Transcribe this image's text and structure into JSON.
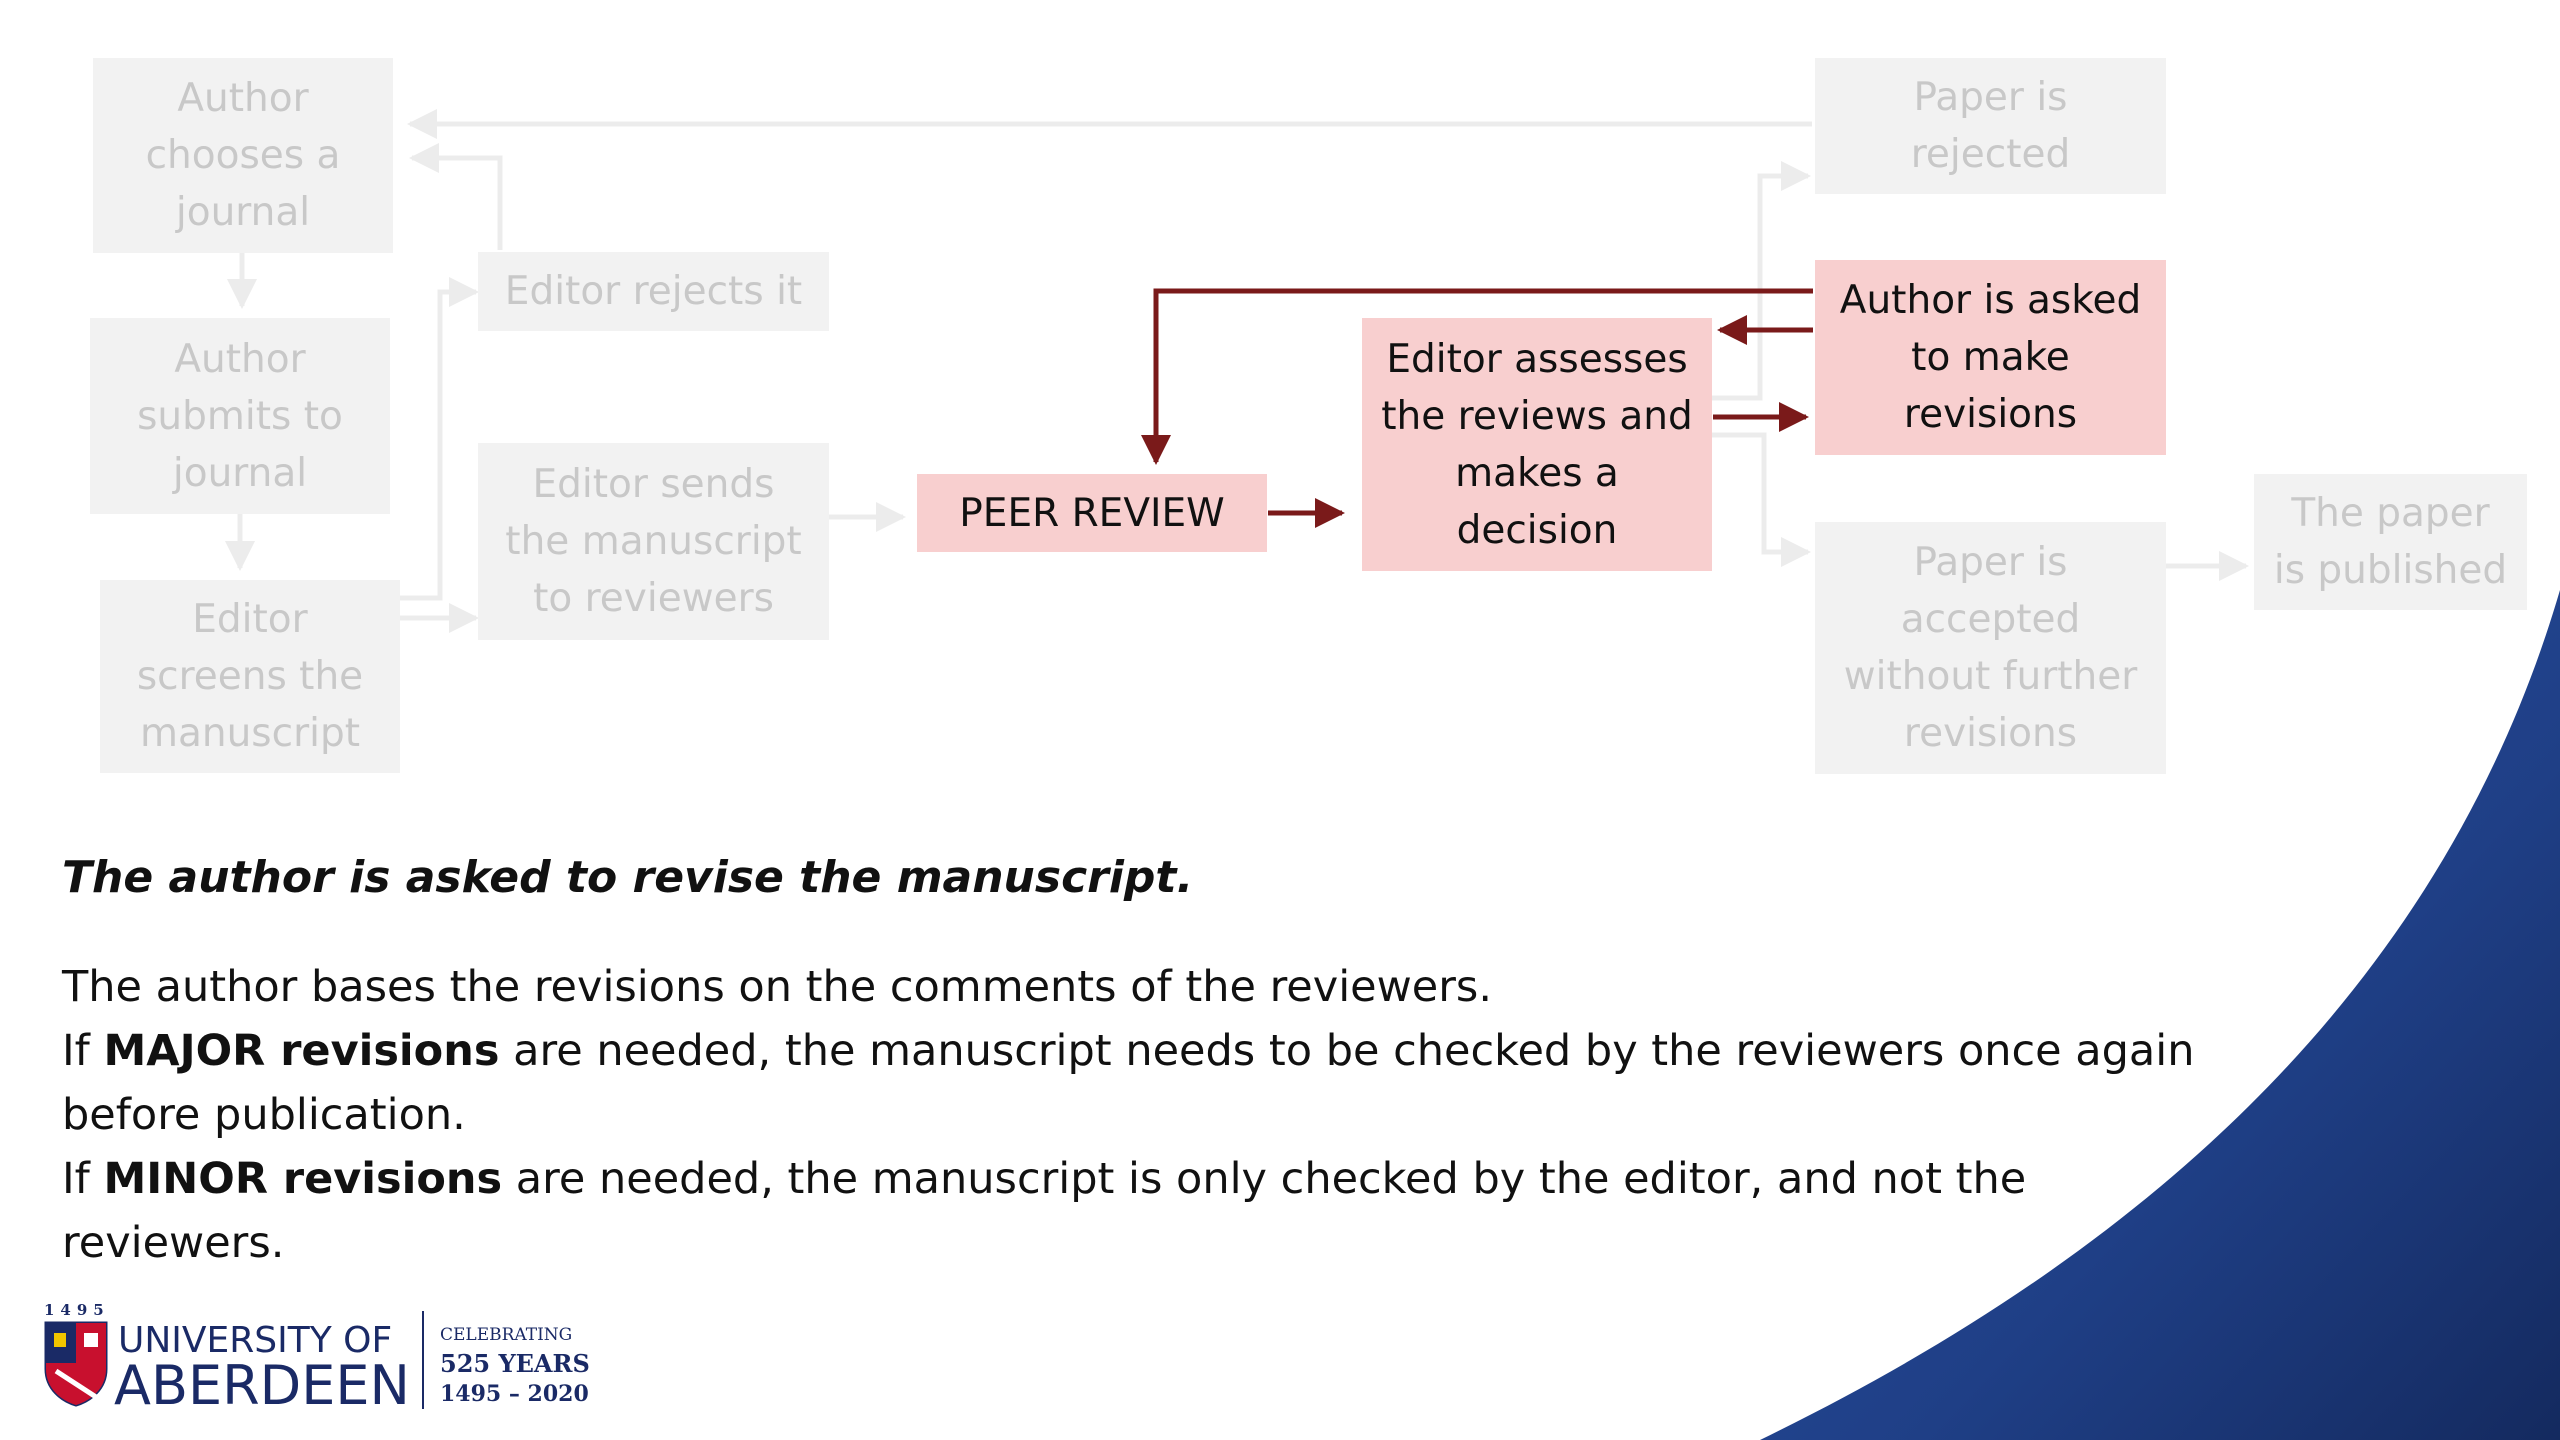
{
  "diagram": {
    "nodes": [
      {
        "id": "author-chooses",
        "text": "Author\nchooses a\njournal",
        "state": "dim"
      },
      {
        "id": "author-submits",
        "text": "Author\nsubmits to\njournal",
        "state": "dim"
      },
      {
        "id": "editor-screens",
        "text": "Editor\nscreens the\nmanuscript",
        "state": "dim"
      },
      {
        "id": "editor-rejects",
        "text": "Editor rejects it",
        "state": "dim"
      },
      {
        "id": "editor-sends",
        "text": "Editor sends\nthe manuscript\nto reviewers",
        "state": "dim"
      },
      {
        "id": "peer-review",
        "text": "PEER REVIEW",
        "state": "active"
      },
      {
        "id": "editor-assesses",
        "text": "Editor assesses\nthe reviews and\nmakes a\ndecision",
        "state": "active"
      },
      {
        "id": "paper-rejected",
        "text": "Paper is\nrejected",
        "state": "dim"
      },
      {
        "id": "author-revisions",
        "text": "Author is asked\nto make\nrevisions",
        "state": "active"
      },
      {
        "id": "paper-accepted",
        "text": "Paper is\naccepted\nwithout further\nrevisions",
        "state": "dim"
      },
      {
        "id": "paper-published",
        "text": "The paper\nis published",
        "state": "dim"
      }
    ],
    "colors": {
      "active_fill": "#f8cfcf",
      "dim_fill": "#f2f2f2",
      "dim_text": "#c8c8c8",
      "active_arrow": "#7a1a1a",
      "dim_arrow": "#ececec"
    }
  },
  "content": {
    "heading": "The author is asked to revise the manuscript.",
    "line1": "The author bases the revisions on the comments of the reviewers.",
    "line2_prefix": "If ",
    "line2_bold": "MAJOR revisions",
    "line2_rest": " are needed, the manuscript needs to be checked by the reviewers once again before publication.",
    "line3_prefix": "If ",
    "line3_bold": "MINOR revisions",
    "line3_rest": " are needed, the manuscript is only checked by the editor, and not the reviewers."
  },
  "logo": {
    "year_top": "1495",
    "line1": "UNIVERSITY OF",
    "line2": "ABERDEEN",
    "celebrating": "CELEBRATING",
    "years": "525 YEARS",
    "range": "1495 – 2020"
  },
  "decor": {
    "wave_color": "#1f3f86",
    "wave_dark": "#142a5f"
  }
}
